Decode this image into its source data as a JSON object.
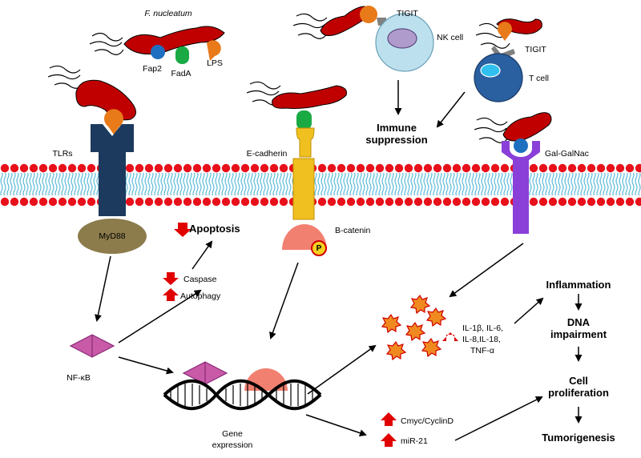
{
  "bacterium": {
    "name": "F. nucleatum",
    "adhesins": [
      "Fap2",
      "FadA",
      "LPS"
    ]
  },
  "receptors": {
    "tlr": "TLRs",
    "ecadherin": "E-cadherin",
    "galgalnac": "Gal-GalNac",
    "tigit_nk": "TIGIT",
    "tigit_t": "TIGIT"
  },
  "cells": {
    "nk": "NK cell",
    "t": "T cell"
  },
  "adaptors": {
    "myd88": "MyD88",
    "bcatenin": "B-catenin",
    "phospho": "P",
    "nfkb": "NF-κB"
  },
  "outcomes": {
    "immune": "Immune suppression",
    "apoptosis": "Apoptosis",
    "caspase": "Caspase",
    "autophagy": "Autophagy",
    "gene_line1": "Gene",
    "gene_line2": "expression",
    "cytokines": [
      "IL-1β, IL-6,",
      "IL-8,IL-18,",
      "TNF-α"
    ],
    "cmyc": "Cmyc/CyclinD",
    "mir21": "miR-21"
  },
  "cascade": [
    "Inflammation",
    "DNA impairment",
    "Cell proliferation",
    "Tumorigenesis"
  ],
  "colors": {
    "bacterium": "#c00000",
    "up": "#e00000",
    "down": "#e00000",
    "membrane_head": "#e8101a",
    "membrane_tail": "#5ab8d8"
  }
}
